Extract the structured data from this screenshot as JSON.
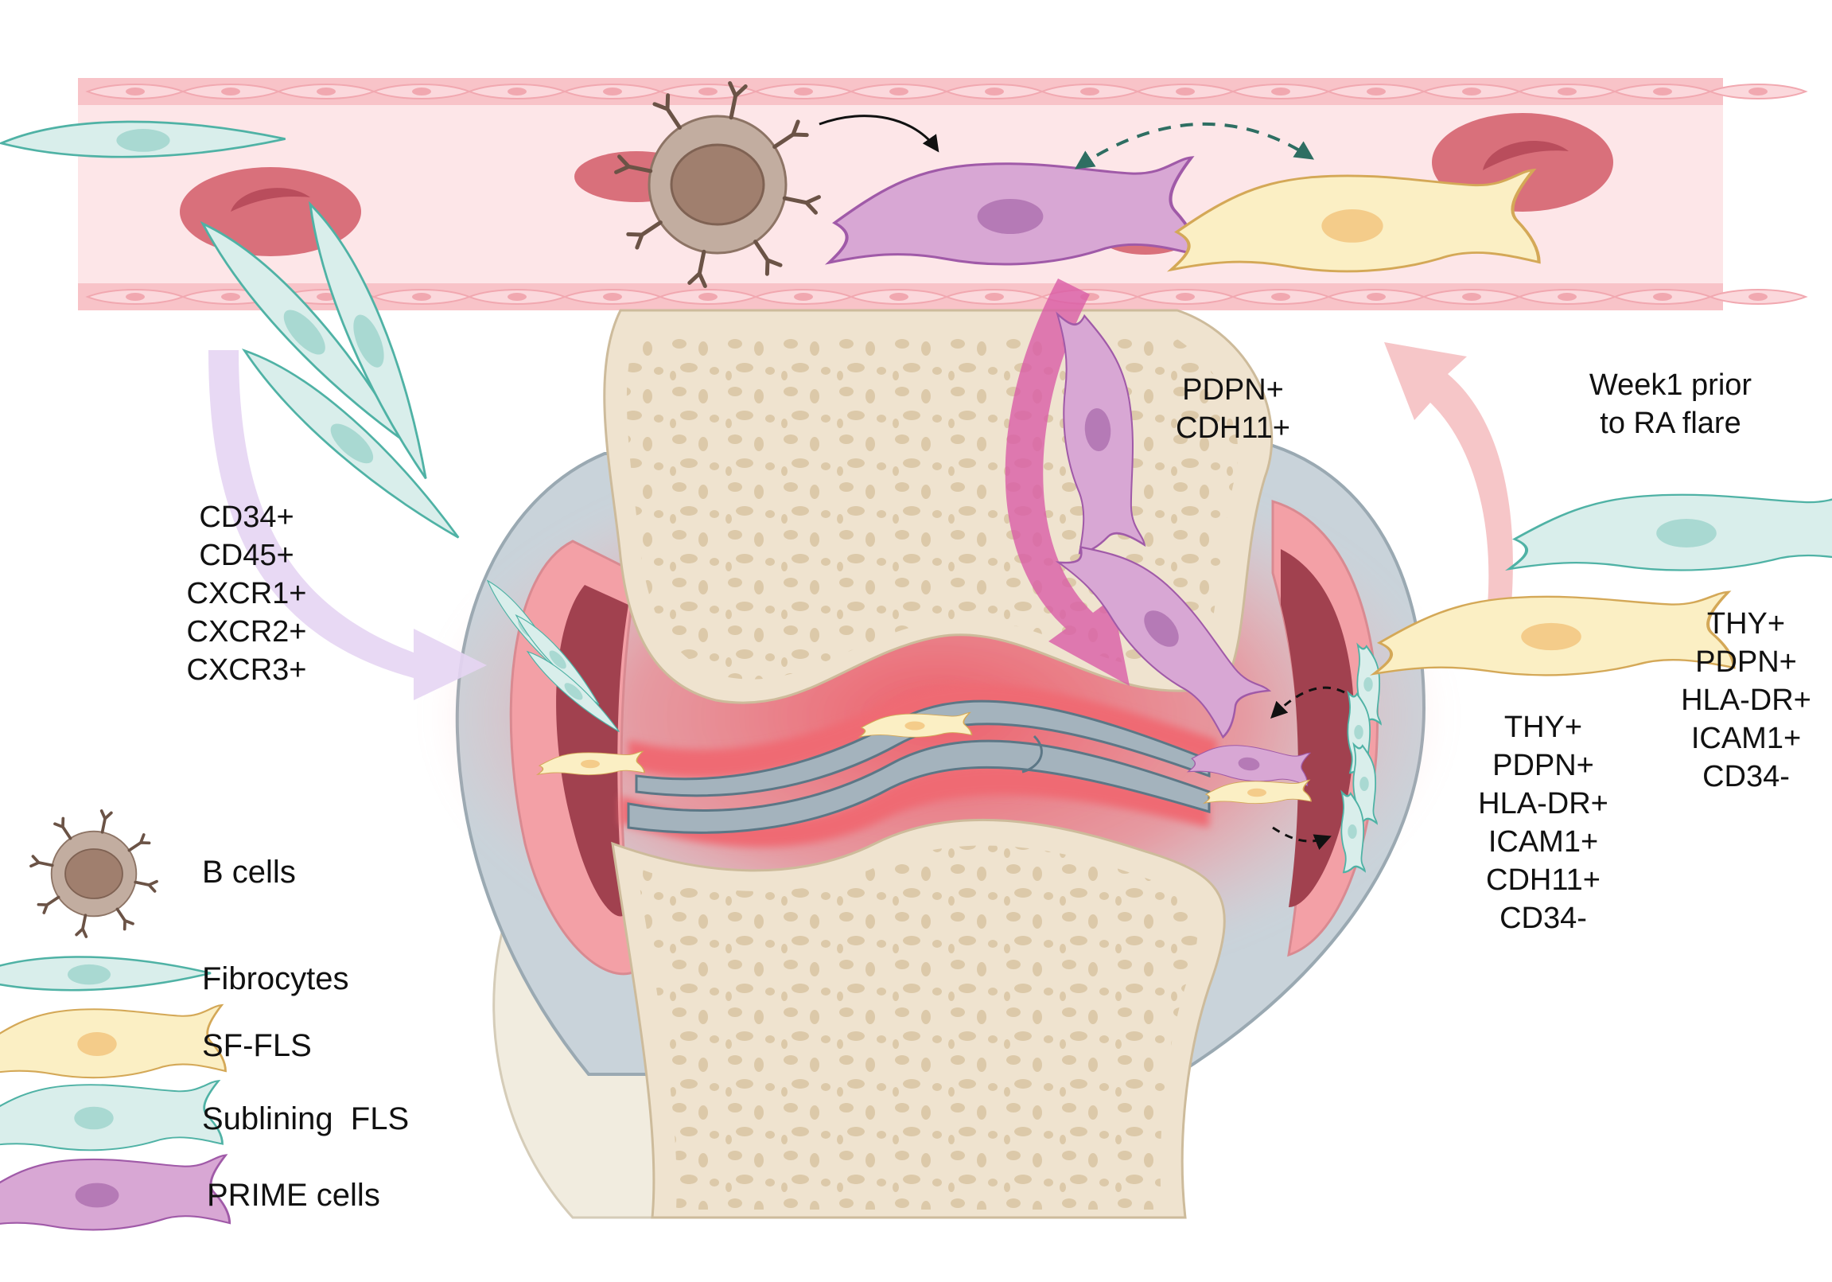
{
  "colors": {
    "vessel": "#fde2e4",
    "vessel_wall": "#f5b7bd",
    "bone": "#efe3cf",
    "bone_pore": "#dcc9a9",
    "capsule": "#c9d3da",
    "synovium": "#f3a0a6",
    "inflammation": "#ef5964",
    "fibrocyte_fill": "#d9eeeb",
    "fibrocyte_stroke": "#4fb2a5",
    "sf_fls_fill": "#fbefc4",
    "sf_fls_stroke": "#d4a857",
    "prime_fill": "#d8a7d4",
    "prime_stroke": "#a05aa8",
    "bcell_fill": "#c2ada0",
    "bcell_core": "#a07f6e",
    "antibody": "#6b5346",
    "rbc": "#d9707b",
    "arrow_purple": "#e5d5f3",
    "arrow_pink": "#d95ca6",
    "arrow_salmon": "#f6c6c8",
    "dash_teal": "#2e6e62"
  },
  "labels": {
    "fibrocyte_markers": [
      "CD34+",
      "CD45+",
      "CXCR1+",
      "CXCR2+",
      "CXCR3+"
    ],
    "prime_markers": [
      "PDPN+",
      "CDH11+"
    ],
    "timepoint": [
      "Week1 prior",
      "to RA flare"
    ],
    "sublining_markers": [
      "THY+",
      "PDPN+",
      "HLA-DR+",
      "ICAM1+",
      "CD34-"
    ],
    "sf_fls_markers": [
      "THY+",
      "PDPN+",
      "HLA-DR+",
      "ICAM1+",
      "CDH11+",
      "CD34-"
    ]
  },
  "legend": [
    {
      "icon": "b-cell-icon",
      "label": "B cells"
    },
    {
      "icon": "fibrocyte-icon",
      "label": "Fibrocytes"
    },
    {
      "icon": "sf-fls-icon",
      "label": "SF-FLS"
    },
    {
      "icon": "sublining-fls-icon",
      "label": "Sublining  FLS"
    },
    {
      "icon": "prime-cell-icon",
      "label": "PRIME cells"
    }
  ]
}
